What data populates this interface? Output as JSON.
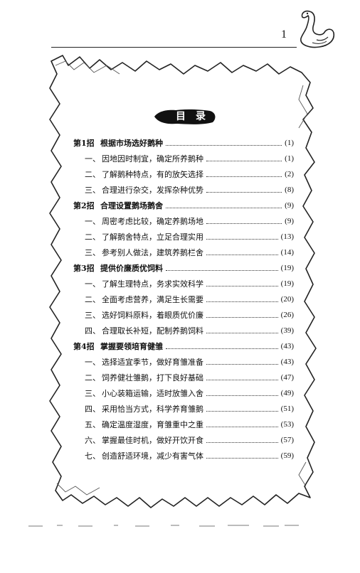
{
  "header": {
    "page_number": "1"
  },
  "title": "目录",
  "toc": [
    {
      "type": "chapter",
      "num": "第1招",
      "label": "根据市场选好鹅种",
      "page": "(1)"
    },
    {
      "type": "sub",
      "num": "一、",
      "label": "因地因时制宜，确定所养鹅种",
      "page": "(1)"
    },
    {
      "type": "sub",
      "num": "二、",
      "label": "了解鹅种特点，有的放矢选择",
      "page": "(2)"
    },
    {
      "type": "sub",
      "num": "三、",
      "label": "合理进行杂交，发挥杂种优势",
      "page": "(8)"
    },
    {
      "type": "chapter",
      "num": "第2招",
      "label": "合理设置鹅场鹅舍",
      "page": "(9)"
    },
    {
      "type": "sub",
      "num": "一、",
      "label": "周密考虑比较，确定养鹅场地",
      "page": "(9)"
    },
    {
      "type": "sub",
      "num": "二、",
      "label": "了解鹅舍特点，立足合理实用",
      "page": "(13)"
    },
    {
      "type": "sub",
      "num": "三、",
      "label": "参考别人做法，建筑养鹅栏舍",
      "page": "(14)"
    },
    {
      "type": "chapter",
      "num": "第3招",
      "label": "提供价廉质优饲料",
      "page": "(19)"
    },
    {
      "type": "sub",
      "num": "一、",
      "label": "了解生理特点，务求实效科学",
      "page": "(19)"
    },
    {
      "type": "sub",
      "num": "二、",
      "label": "全面考虑营养，满足生长需要",
      "page": "(20)"
    },
    {
      "type": "sub",
      "num": "三、",
      "label": "选好饲料原料，着眼质优价廉",
      "page": "(26)"
    },
    {
      "type": "sub",
      "num": "四、",
      "label": "合理取长补短，配制养鹅饲料",
      "page": "(39)"
    },
    {
      "type": "chapter",
      "num": "第4招",
      "label": "掌握要领培育健雏",
      "page": "(43)"
    },
    {
      "type": "sub",
      "num": "一、",
      "label": "选择适宜季节，做好育雏准备",
      "page": "(43)"
    },
    {
      "type": "sub",
      "num": "二、",
      "label": "饲养健壮雏鹅，打下良好基础",
      "page": "(47)"
    },
    {
      "type": "sub",
      "num": "三、",
      "label": "小心装箱运输，适时放雏入舍",
      "page": "(49)"
    },
    {
      "type": "sub",
      "num": "四、",
      "label": "采用恰当方式，科学养育雏鹅",
      "page": "(51)"
    },
    {
      "type": "sub",
      "num": "五、",
      "label": "确定温度湿度，育雏重中之重",
      "page": "(53)"
    },
    {
      "type": "sub",
      "num": "六、",
      "label": "掌握最佳时机，做好开饮开食",
      "page": "(57)"
    },
    {
      "type": "sub",
      "num": "七、",
      "label": "创造舒适环境，减少有害气体",
      "page": "(59)"
    }
  ]
}
